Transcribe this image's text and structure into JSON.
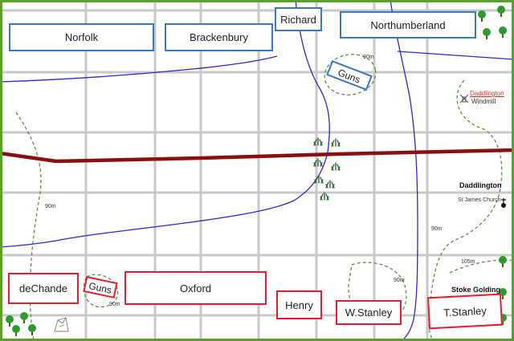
{
  "colors": {
    "grid": "#c8c8c8",
    "border": "#5aa02c",
    "river": "#2a2ac8",
    "road": "#8b0f0f",
    "contour": "#4f8a3c",
    "unit_blue": "#3a78c0",
    "unit_red": "#e02030",
    "tree": "#2e9a2e"
  },
  "units": {
    "norfolk": "Norfolk",
    "brackenbury": "Brackenbury",
    "richard": "Richard",
    "northumberland": "Northumberland",
    "guns_north": "Guns",
    "dechande": "deChande",
    "guns_south": "Guns",
    "oxford": "Oxford",
    "henry": "Henry",
    "wstanley": "W.Stanley",
    "tstanley": "T.Stanley"
  },
  "places": {
    "daddlington_windmill_line1": "Daddlington",
    "daddlington_windmill_line2": "Windmill",
    "daddlington": "Daddlington",
    "st_james_church": "St James Church",
    "stoke_golding": "Stoke Golding"
  },
  "contours": {
    "c90_north": "90m",
    "c90_west": "90m",
    "c90_east": "90m",
    "c90_centre": "90m",
    "c90_guns": "90m",
    "c105": "105m"
  },
  "icons": [
    "tree-icon",
    "marsh-icon",
    "windmill-icon",
    "church-icon",
    "ruin-icon"
  ]
}
